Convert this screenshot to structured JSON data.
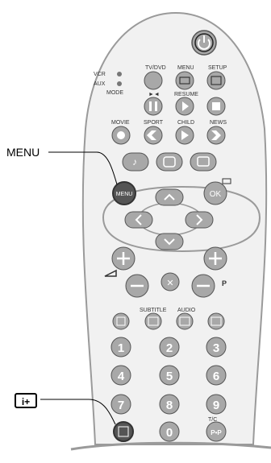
{
  "callouts": {
    "menu": "MENU",
    "info": "i+"
  },
  "mode_labels": {
    "vcr": "VCR",
    "aux": "AUX",
    "mode": "MODE"
  },
  "row_labels": {
    "tvdvd": "TV/DVD",
    "menu": "MENU",
    "setup": "SETUP",
    "prev": "►◄",
    "resume": "RESUME",
    "movie": "MOVIE",
    "sport": "SPORT",
    "child": "CHILD",
    "news": "NEWS",
    "subtitle": "SUBTITLE",
    "audio": "AUDIO",
    "tc": "T/C",
    "p": "P"
  },
  "button_text": {
    "menu": "MENU",
    "ok": "OK",
    "pp": "P•P"
  },
  "digits": [
    "1",
    "2",
    "3",
    "4",
    "5",
    "6",
    "7",
    "8",
    "9",
    "0"
  ],
  "colors": {
    "body": "#eeeeee",
    "outline": "#9a9a9a",
    "button": "#a8a8a8",
    "dark_button": "#555555"
  }
}
